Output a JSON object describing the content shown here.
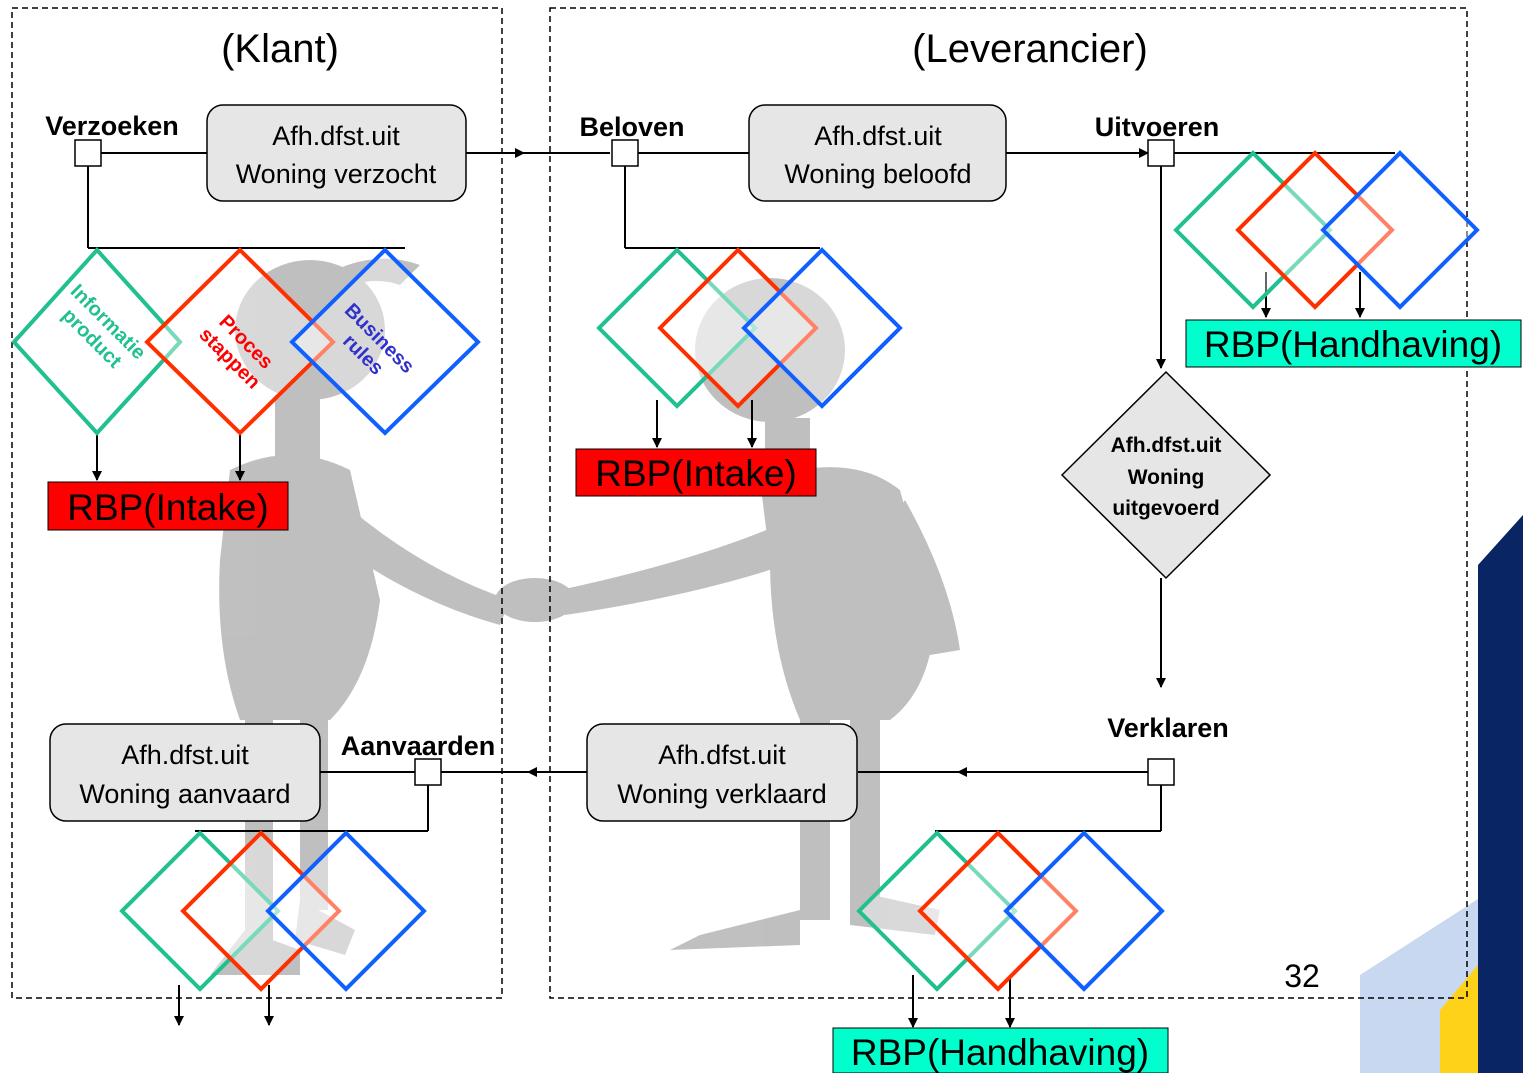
{
  "colors": {
    "teal": "#20c090",
    "red": "#ff3000",
    "blue": "#1060ff",
    "rbp_intake_fill": "#ff0000",
    "rbp_handhaving_fill": "#00ffcc",
    "act_fill": "#e6e6e6",
    "navy": "#0a2563",
    "light_blue": "#c8d8f0",
    "yellow": "#ffd21a"
  },
  "actors": {
    "client": "(Klant)",
    "supplier": "(Leverancier)"
  },
  "phases": {
    "request": "Verzoeken",
    "promise": "Beloven",
    "execute": "Uitvoeren",
    "state": "Verklaren",
    "accept": "Aanvaarden"
  },
  "acts": {
    "requested": {
      "line1": "Afh.dfst.uit",
      "line2": "Woning verzocht"
    },
    "promised": {
      "line1": "Afh.dfst.uit",
      "line2": "Woning beloofd"
    },
    "executed": {
      "line1": "Afh.dfst.uit",
      "line2": "Woning",
      "line3": "uitgevoerd"
    },
    "stated": {
      "line1": "Afh.dfst.uit",
      "line2": "Woning verklaard"
    },
    "accepted": {
      "line1": "Afh.dfst.uit",
      "line2": "Woning aanvaard"
    }
  },
  "diamond_labels": {
    "info_l1": "Informatie",
    "info_l2": "product",
    "proc_l1": "Proces",
    "proc_l2": "stappen",
    "rules_l1": "Business",
    "rules_l2": "rules"
  },
  "rbp": {
    "intake": "RBP(Intake)",
    "handhaving": "RBP(Handhaving)"
  },
  "page_number": "32"
}
